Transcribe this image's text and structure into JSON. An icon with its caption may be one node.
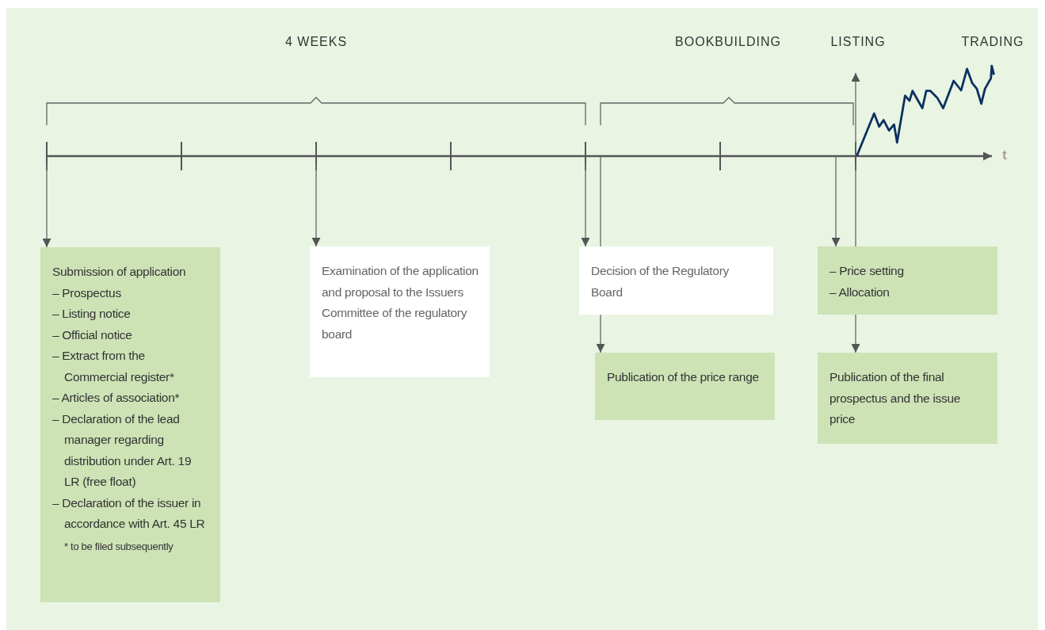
{
  "diagram": {
    "nodes": [
      {
        "text": [
          "Submission of application",
          "– Prospectus",
          "– Listing notice",
          "– Official notice",
          "– Extract from the Commercial register*",
          "– Articles of association*",
          "– Declaration of the lead manager regarding distribution under Art. 19 LR (free float)",
          "– Declaration of the issuer in accordance with Art. 45 LR",
          "* to be filed subsequently"
        ]
      },
      {
        "text": [
          "Examination of the application and proposal to the Issuers Committee of the regulatory board"
        ]
      },
      {
        "text": [
          "Decision of the Regulatory Board"
        ]
      },
      {
        "text": [
          "– Price setting",
          "– Allocation"
        ]
      },
      {
        "text": [
          "Publication of the price range"
        ]
      },
      {
        "text": [
          "Publication of the final prospectus and the issue price"
        ]
      }
    ],
    "edges": [
      {
        "from": null,
        "to": 0,
        "arrow": "to"
      },
      {
        "from": null,
        "to": 1,
        "arrow": "to"
      },
      {
        "from": null,
        "to": 2,
        "arrow": "to"
      },
      {
        "from": null,
        "to": 2,
        "arrow": "none"
      },
      {
        "from": 2,
        "to": 4,
        "arrow": "to"
      },
      {
        "from": null,
        "to": 3,
        "arrow": "to"
      },
      {
        "from": null,
        "to": 3,
        "arrow": "none"
      },
      {
        "from": 3,
        "to": 5,
        "arrow": "to"
      }
    ],
    "labels": [
      "4 WEEKS",
      "BOOKBUILDING",
      "LISTING",
      "TRADING",
      "t"
    ]
  }
}
